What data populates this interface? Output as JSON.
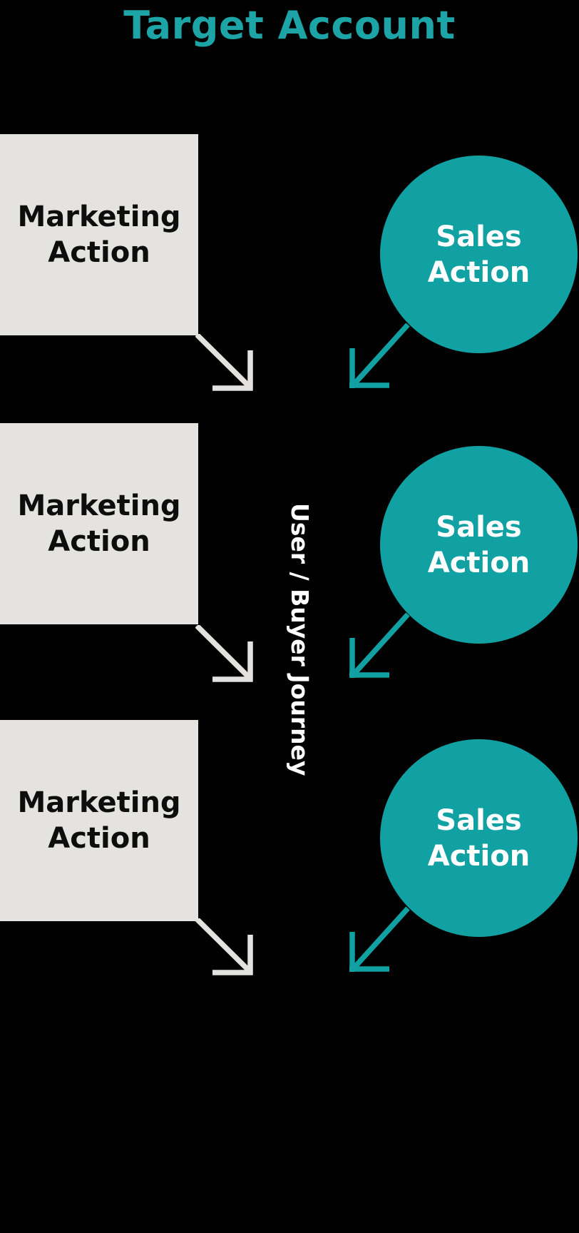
{
  "title": {
    "text": "Target Account"
  },
  "journey_axis": {
    "label": "User / Buyer Journey"
  },
  "rows": [
    {
      "marketing_label": "Marketing Action",
      "sales_label": "Sales Action"
    },
    {
      "marketing_label": "Marketing Action",
      "sales_label": "Sales Action"
    },
    {
      "marketing_label": "Marketing Action",
      "sales_label": "Sales Action"
    }
  ],
  "colors": {
    "background": "#000000",
    "teal": "#12A1A2",
    "title-teal": "#1CA4A7",
    "box-gray": "#E4E3E0",
    "arrow-gray": "#E3E2DF",
    "box-text": "#0D0D0D",
    "circle-text": "#FFFFFF"
  }
}
